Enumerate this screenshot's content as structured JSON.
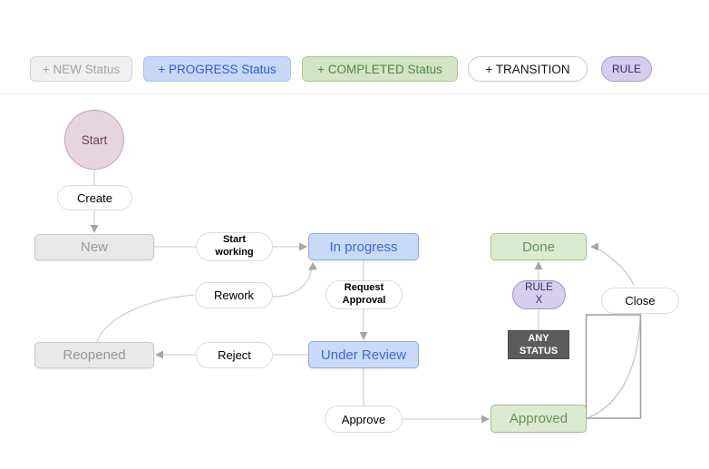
{
  "toolbar": {
    "new_status_label": "+ NEW Status",
    "progress_status_label": "+ PROGRESS Status",
    "completed_status_label": "+ COMPLETED Status",
    "transition_label": "+ TRANSITION",
    "rule_label": "RULE"
  },
  "diagram": {
    "nodes": {
      "start": "Start",
      "create": "Create",
      "new": "New",
      "start_working": "Start\nworking",
      "in_progress": "In progress",
      "request_approval": "Request\nApproval",
      "rework": "Rework",
      "under_review": "Under Review",
      "reject": "Reject",
      "reopened": "Reopened",
      "approve": "Approve",
      "approved": "Approved",
      "done": "Done",
      "rule_x": "RULE\nX",
      "any_status": "ANY\nSTATUS",
      "close": "Close"
    }
  },
  "colors": {
    "new_status_bg": "#f0f0f0",
    "progress_status_bg": "#c9d8f7",
    "completed_status_bg": "#d4e4c7",
    "rule_bg": "#d6cdec",
    "status_gray_bg": "#e9e9e9",
    "status_blue_bg": "#c9d9f8",
    "status_green_bg": "#dcead2",
    "start_circle_bg": "#e6d4de",
    "any_status_bg": "#5c5c5c",
    "edge_line": "#c7c7c7",
    "arrowhead": "#a6a6a6"
  }
}
